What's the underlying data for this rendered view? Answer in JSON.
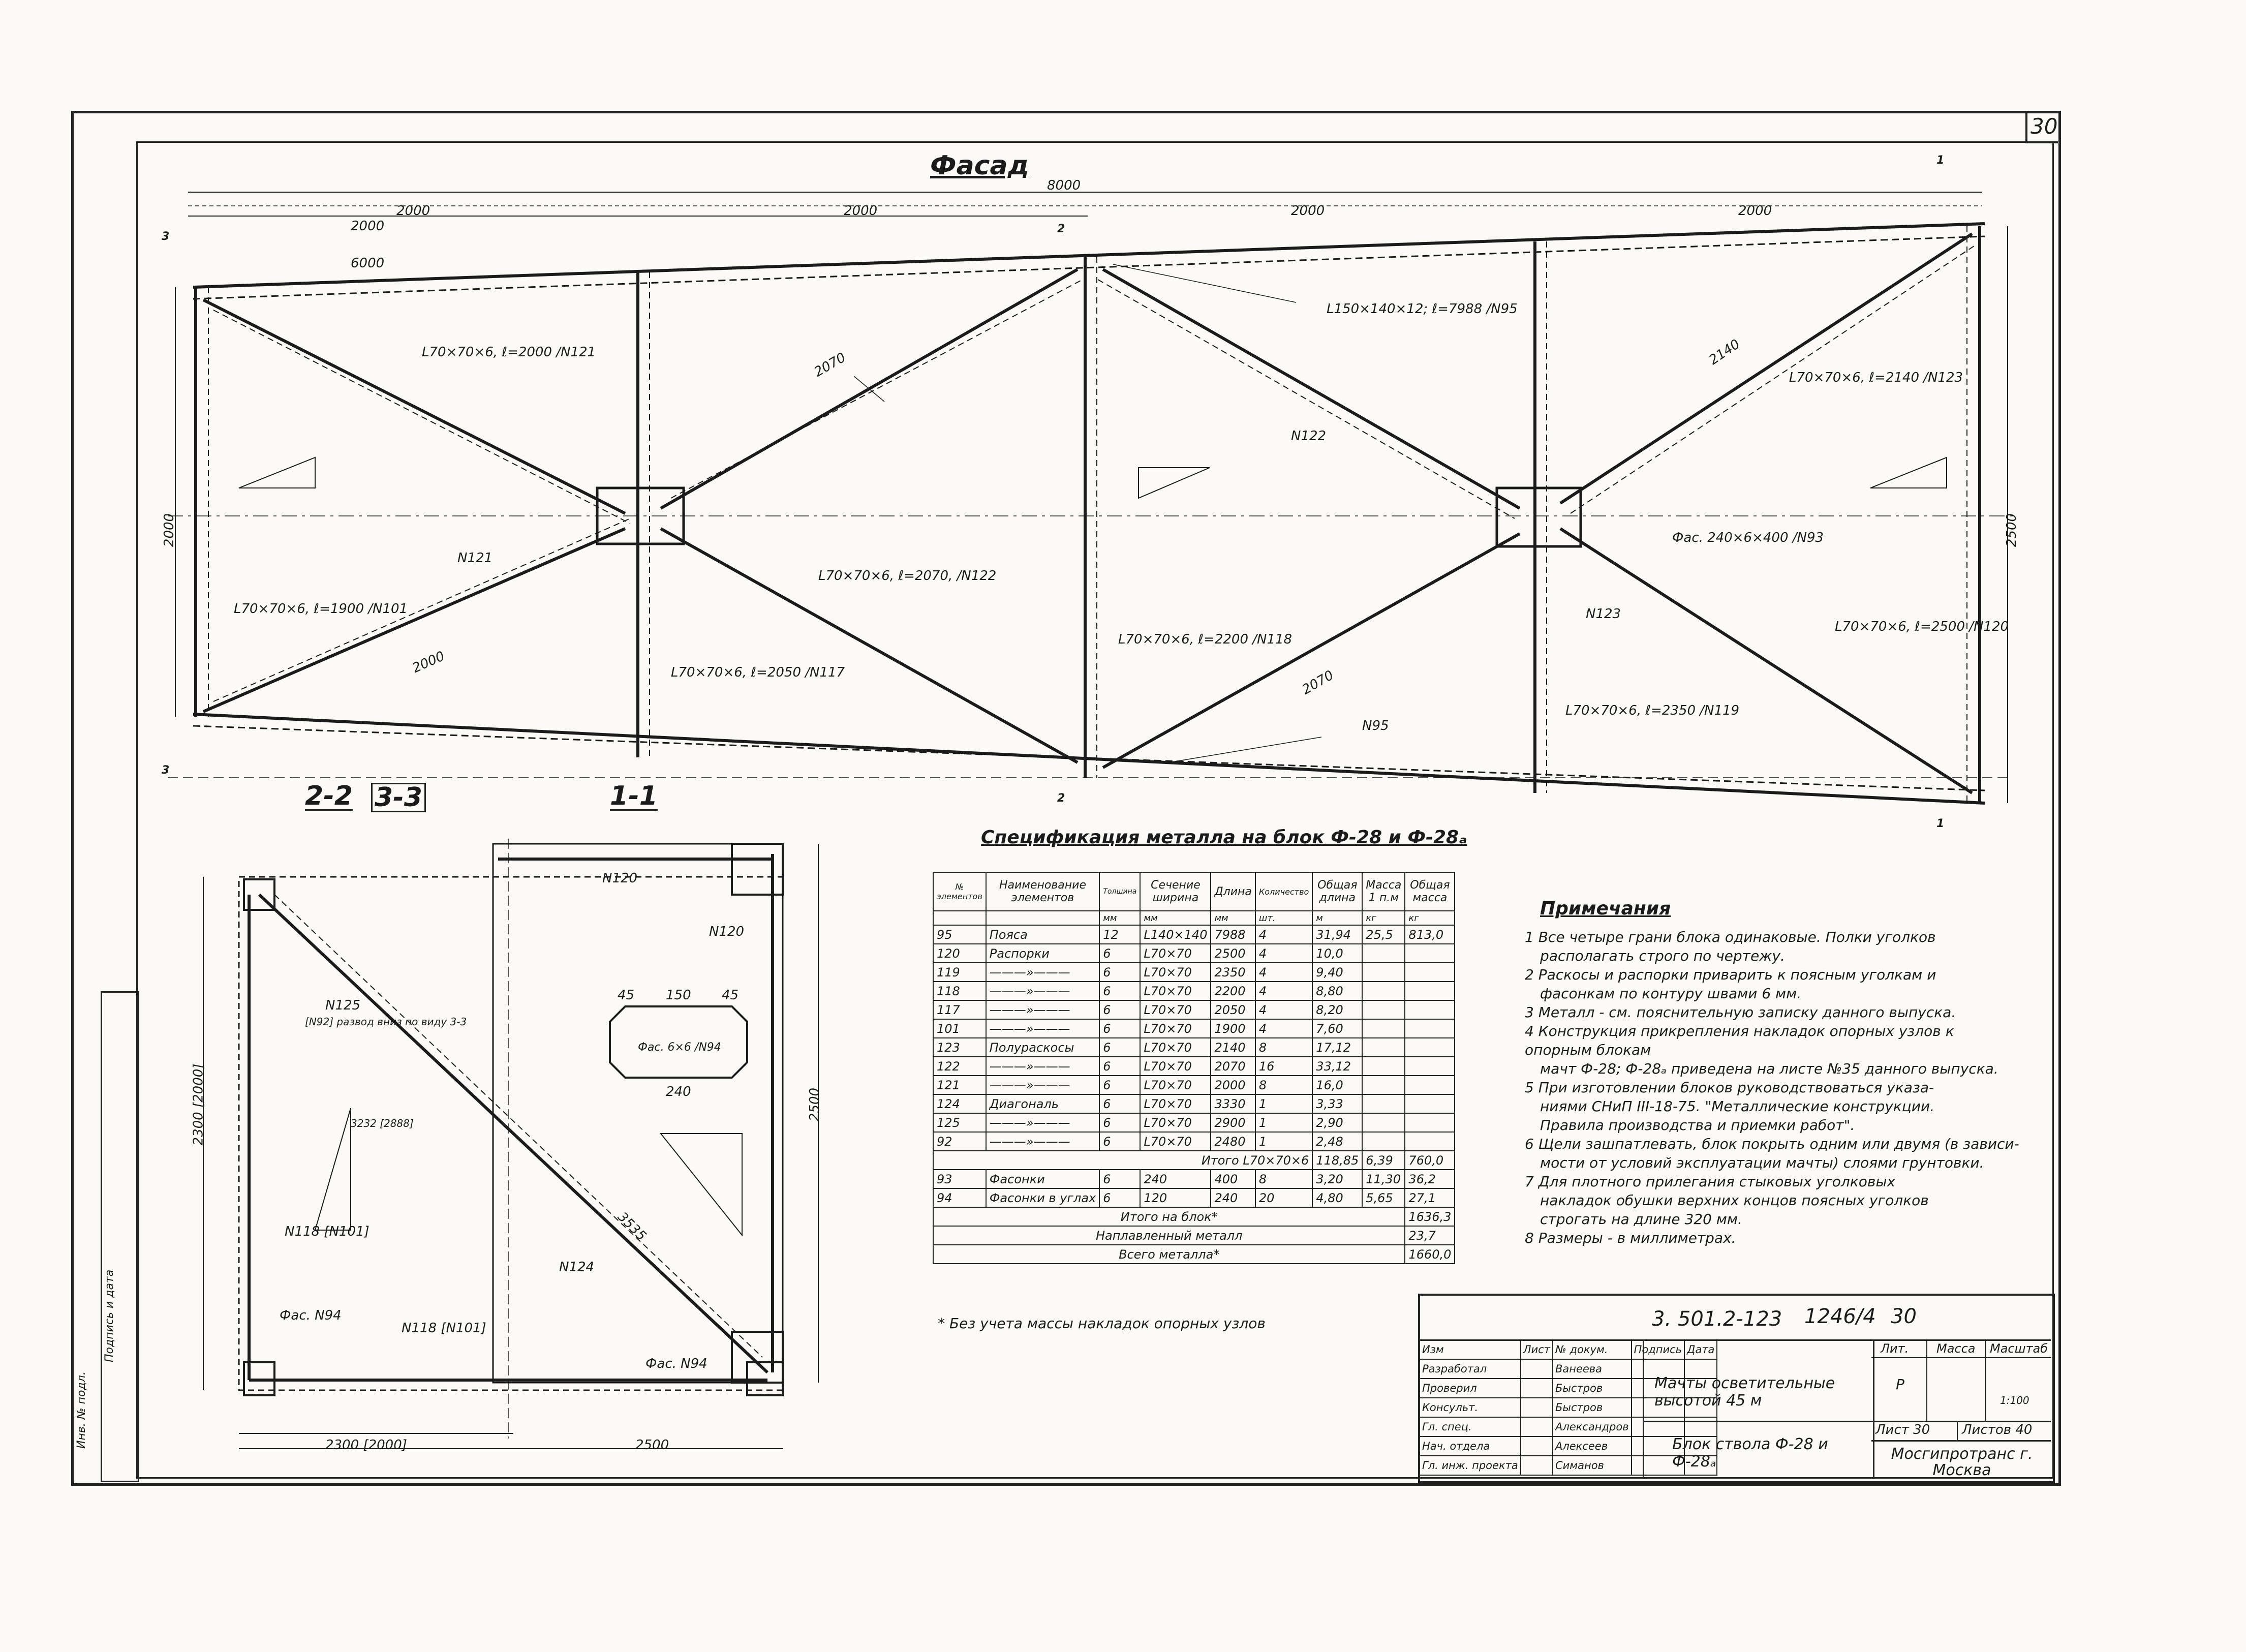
{
  "sheet_corner": "30",
  "facade": {
    "title": "Фасад",
    "dims_top": [
      "8000",
      "2000",
      "2000",
      "2000",
      "2000",
      "2000",
      "6000"
    ],
    "dim_left": "2000",
    "dim_right": "2500",
    "section_marks": [
      "3",
      "3",
      "1",
      "1",
      "2",
      "2"
    ],
    "labels": [
      "L70×70×6, ℓ=2000 /N121",
      "L70×70×6, ℓ=1900 /N101",
      "L70×70×6, ℓ=2050 /N117",
      "L70×70×6, ℓ=2070, /N122",
      "L70×70×6, ℓ=2200 /N118",
      "L150×140×12; ℓ=7988 /N95",
      "L70×70×6, ℓ=2140 /N123",
      "L70×70×6, ℓ=2500 /N120",
      "L70×70×6, ℓ=2350 /N119",
      "Фас. 240×6×400 /N93",
      "N122",
      "N123",
      "N121",
      "N95",
      "2070",
      "2140",
      "2000",
      "2070"
    ]
  },
  "sections": {
    "title_22": "2-2",
    "title_33": "3-3",
    "title_11": "1-1",
    "labels_22": [
      "N125",
      "[N92] развод вниз по виду 3-3",
      "N124",
      "N118 [N101]",
      "Фас. N94",
      "N118 [N101]",
      "2300 [2000]",
      "3232 [2888]",
      "2300 [2000]"
    ],
    "labels_11": [
      "N120",
      "N120",
      "Фас. 6×6 /N94",
      "240",
      "45",
      "150",
      "45",
      "N124",
      "Фас. N94",
      "2500",
      "2500",
      "3535"
    ]
  },
  "spec": {
    "title": "Спецификация металла на блок Ф-28 и Ф-28ₐ",
    "headers": [
      "№ элементов",
      "Наименование элементов",
      "Толщина",
      "Сечение ширина",
      "Длина",
      "Количество",
      "Общая длина",
      "Масса 1 п.м",
      "Общая масса"
    ],
    "units": [
      "",
      "",
      "мм",
      "мм",
      "мм",
      "шт.",
      "м",
      "кг",
      "кг"
    ],
    "rows": [
      [
        "95",
        "Пояса",
        "12",
        "L140×140",
        "7988",
        "4",
        "31,94",
        "25,5",
        "813,0"
      ],
      [
        "120",
        "Распорки",
        "6",
        "L70×70",
        "2500",
        "4",
        "10,0",
        "",
        ""
      ],
      [
        "119",
        "———»———",
        "6",
        "L70×70",
        "2350",
        "4",
        "9,40",
        "",
        ""
      ],
      [
        "118",
        "———»———",
        "6",
        "L70×70",
        "2200",
        "4",
        "8,80",
        "",
        ""
      ],
      [
        "117",
        "———»———",
        "6",
        "L70×70",
        "2050",
        "4",
        "8,20",
        "",
        ""
      ],
      [
        "101",
        "———»———",
        "6",
        "L70×70",
        "1900",
        "4",
        "7,60",
        "",
        ""
      ],
      [
        "123",
        "Полураскосы",
        "6",
        "L70×70",
        "2140",
        "8",
        "17,12",
        "",
        ""
      ],
      [
        "122",
        "———»———",
        "6",
        "L70×70",
        "2070",
        "16",
        "33,12",
        "",
        ""
      ],
      [
        "121",
        "———»———",
        "6",
        "L70×70",
        "2000",
        "8",
        "16,0",
        "",
        ""
      ],
      [
        "124",
        "Диагональ",
        "6",
        "L70×70",
        "3330",
        "1",
        "3,33",
        "",
        ""
      ],
      [
        "125",
        "———»———",
        "6",
        "L70×70",
        "2900",
        "1",
        "2,90",
        "",
        ""
      ],
      [
        "92",
        "———»———",
        "6",
        "L70×70",
        "2480",
        "1",
        "2,48",
        "",
        ""
      ]
    ],
    "subtotal_label": "Итого L70×70×6",
    "subtotal": [
      "118,85",
      "6,39",
      "760,0"
    ],
    "rows2": [
      [
        "93",
        "Фасонки",
        "6",
        "240",
        "400",
        "8",
        "3,20",
        "11,30",
        "36,2"
      ],
      [
        "94",
        "Фасонки в углах",
        "6",
        "120",
        "240",
        "20",
        "4,80",
        "5,65",
        "27,1"
      ]
    ],
    "totals": [
      [
        "Итого на блок*",
        "1636,3"
      ],
      [
        "Наплавленный металл",
        "23,7"
      ],
      [
        "Всего металла*",
        "1660,0"
      ]
    ],
    "footnote": "* Без учета массы накладок опорных узлов"
  },
  "notes": {
    "title": "Примечания",
    "items": [
      "1 Все четыре грани блока одинаковые. Полки уголков",
      "располагать строго по чертежу.",
      "2 Раскосы и распорки приварить к поясным уголкам и",
      "фасонкам по контуру швами 6 мм.",
      "3 Металл - см. пояснительную записку данного выпуска.",
      "4 Конструкция прикрепления накладок опорных узлов к опорным блокам",
      "мачт Ф-28; Ф-28ₐ приведена на листе №35 данного выпуска.",
      "5 При изготовлении блоков руководствоваться указа-",
      "ниями СНиП III-18-75. \"Металлические конструкции.",
      "Правила производства и приемки работ\".",
      "6 Щели зашпатлевать, блок покрыть одним или двумя (в зависи-",
      "мости от условий эксплуатации мачты) слоями грунтовки.",
      "7 Для плотного прилегания стыковых уголковых",
      "накладок обушки верхних концов поясных уголков",
      "строгать на длине 320 мм.",
      "8 Размеры - в миллиметрах."
    ]
  },
  "stamp": {
    "code": "3. 501.2-123",
    "code2": "1246/4",
    "sheet": "30",
    "rows": [
      [
        "Изм",
        "Лист",
        "№ докум.",
        "Подпись",
        "Дата"
      ],
      [
        "Разработал",
        "",
        "Ванеева",
        "",
        ""
      ],
      [
        "Проверил",
        "",
        "Быстров",
        "",
        ""
      ],
      [
        "Консульт.",
        "",
        "Быстров",
        "",
        ""
      ],
      [
        "Гл. спец.",
        "",
        "Александров",
        "",
        ""
      ],
      [
        "Нач. отдела",
        "",
        "Алексеев",
        "",
        ""
      ],
      [
        "Гл. инж. проекта",
        "",
        "Симанов",
        "",
        ""
      ]
    ],
    "title1": "Мачты осветительные высотой 45 м",
    "title2": "Блок ствола Ф-28 и Ф-28ₐ",
    "lit_h": "Лит.",
    "mass_h": "Масса",
    "scale_h": "Масштаб",
    "lit": "Р",
    "scale": "1:100",
    "list": "Лист 30",
    "lists": "Листов 40",
    "org": "Мосгипротранс г. Москва"
  },
  "side_stamp": [
    "Инв. № подл.",
    "Подпись и дата"
  ]
}
